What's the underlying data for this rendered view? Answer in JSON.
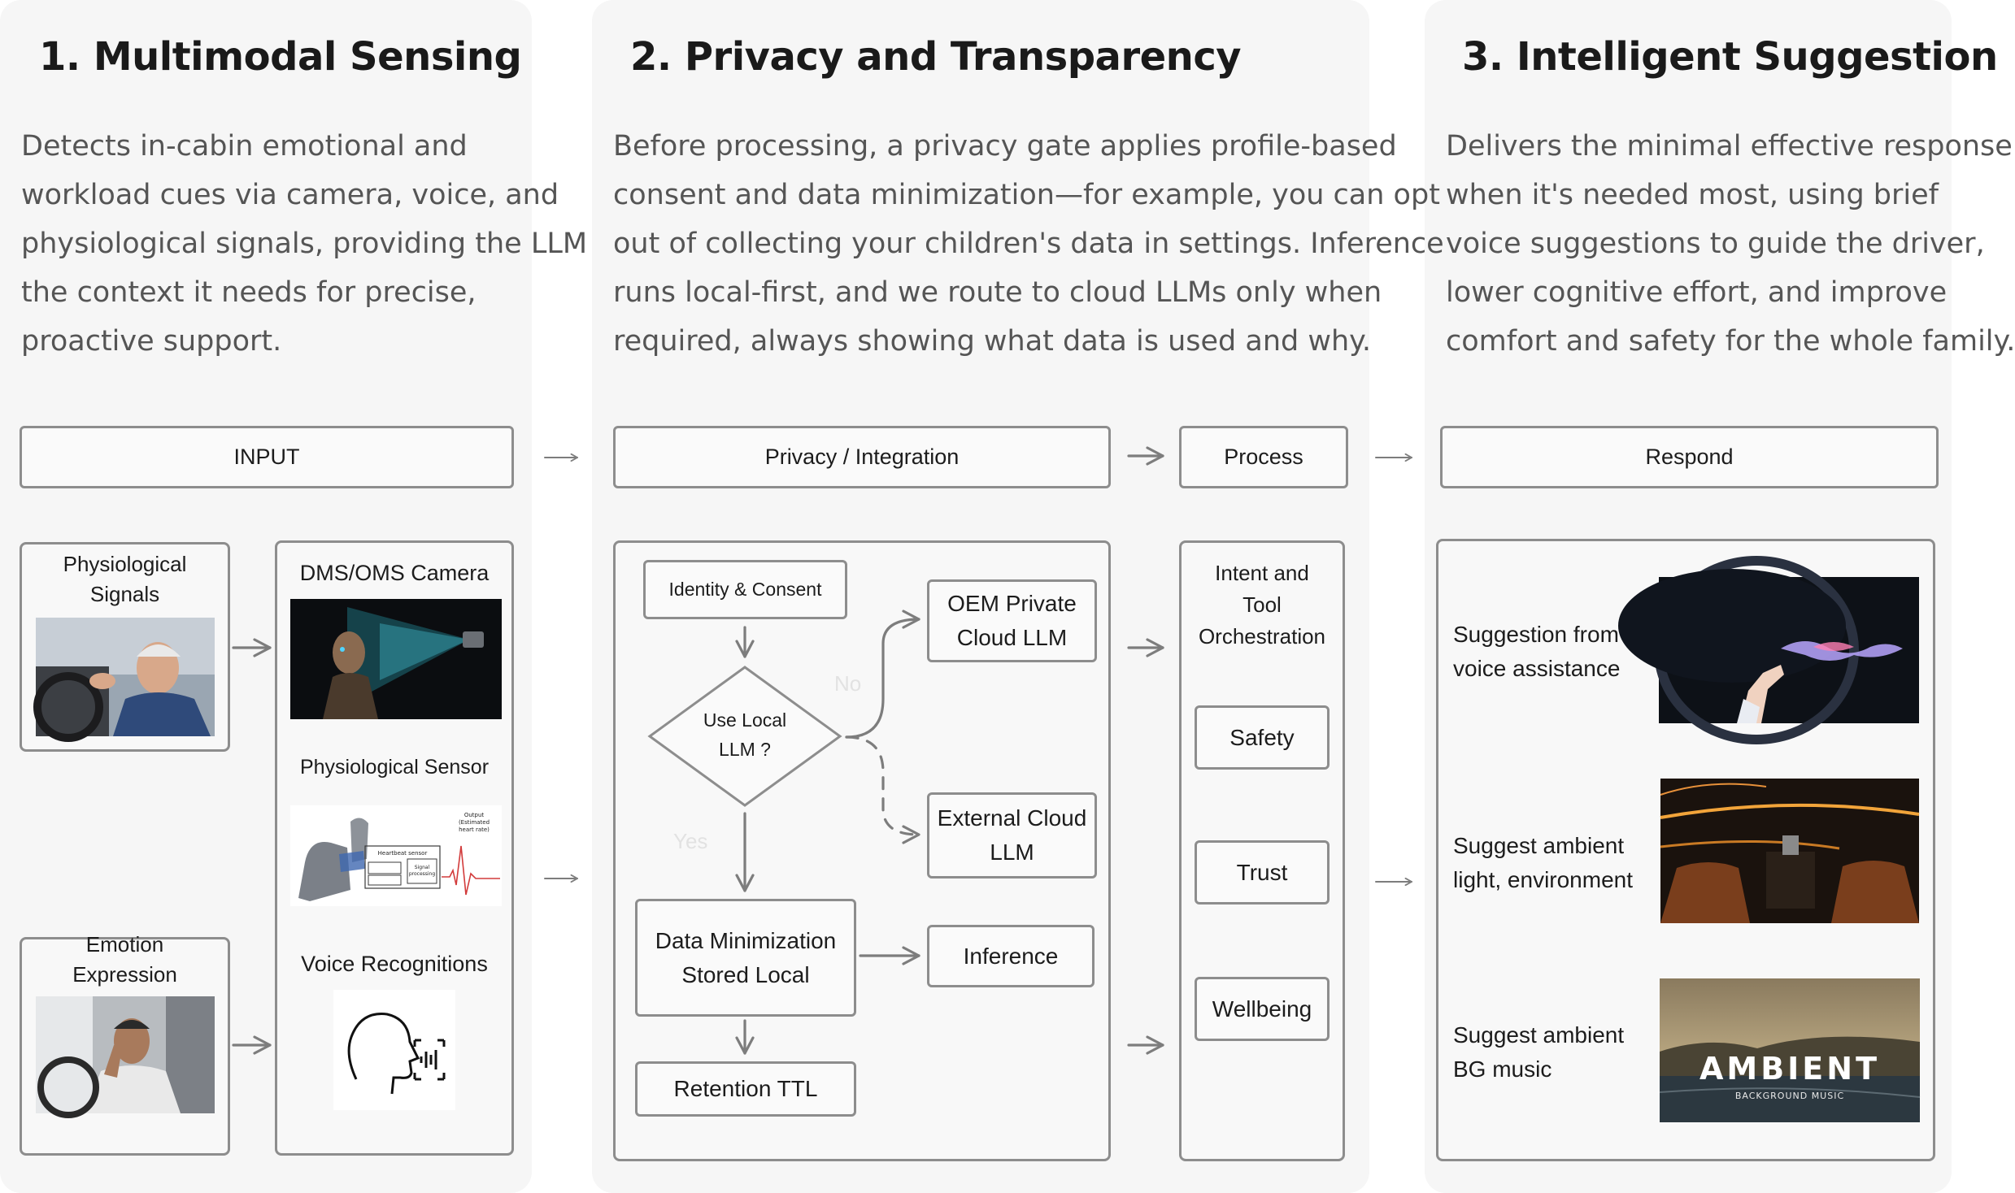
{
  "sections": [
    {
      "title": "1. Multimodal Sensing",
      "lines": [
        "Detects in-cabin emotional and",
        "workload cues via camera, voice, and",
        "physiological signals, providing the LLM",
        "the context it needs for precise,",
        "proactive support."
      ]
    },
    {
      "title": "2. Privacy and Transparency",
      "lines": [
        "Before processing, a privacy gate applies profile-based",
        "consent and data minimization—for example, you can opt",
        "out of collecting your children's data in settings. Inference",
        "runs local-first, and we route to cloud LLMs only when",
        "required, always showing what data is used and why."
      ]
    },
    {
      "title": "3. Intelligent Suggestion",
      "lines": [
        "Delivers the minimal effective response",
        "when it's needed most, using brief",
        "voice suggestions to guide the driver,",
        "lower cognitive effort, and improve",
        "comfort and safety for the whole family."
      ]
    }
  ],
  "headers": {
    "input": "INPUT",
    "privacy": "Privacy / Integration",
    "process": "Process",
    "respond": "Respond"
  },
  "input": {
    "physio_signals": [
      "Physiological",
      "Signals"
    ],
    "emotion": [
      "Emotion",
      "Expression"
    ],
    "camera": "DMS/OMS Camera",
    "sensor": "Physiological Sensor",
    "voice": "Voice Recognitions",
    "sensor_diagram": {
      "heartbeat": "Heartbeat sensor",
      "output": [
        "Output",
        "(Estimated",
        "heart rate)"
      ],
      "signal": [
        "Signal",
        "processing"
      ]
    }
  },
  "privacy": {
    "identity": "Identity & Consent",
    "decision": [
      "Use Local",
      "LLM ?"
    ],
    "no": "No",
    "yes": "Yes",
    "oem": [
      "OEM Private",
      "Cloud LLM"
    ],
    "external": [
      "External Cloud",
      "LLM"
    ],
    "minimization": [
      "Data Minimization",
      "Stored Local"
    ],
    "inference": "Inference",
    "retention": "Retention TTL"
  },
  "process": {
    "intent": [
      "Intent and",
      "Tool",
      "Orchestration"
    ],
    "safety": "Safety",
    "trust": "Trust",
    "wellbeing": "Wellbeing"
  },
  "respond": {
    "voice": [
      "Suggestion from",
      "voice assistance"
    ],
    "ambient_light": [
      "Suggest ambient",
      "light, environment"
    ],
    "music": [
      "Suggest ambient",
      "BG music"
    ],
    "music_art_title": "AMBIENT",
    "music_art_sub": "BACKGROUND MUSIC"
  }
}
